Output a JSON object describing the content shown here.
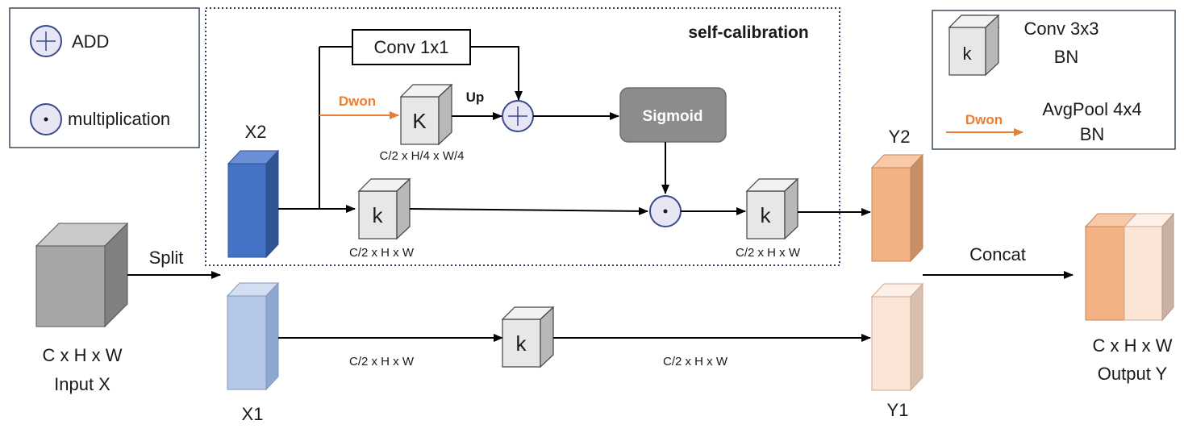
{
  "legend_left": {
    "add_label": "ADD",
    "mult_label": "multiplication"
  },
  "legend_right": {
    "conv_letter": "k",
    "conv_line1": "Conv 3x3",
    "conv_line2": "BN",
    "down_arrow_label": "Dwon",
    "pool_line1": "AvgPool 4x4",
    "pool_line2": "BN"
  },
  "self_calibration": {
    "title": "self-calibration",
    "conv1x1": "Conv 1x1",
    "down_label": "Dwon",
    "up_label": "Up",
    "sigmoid": "Sigmoid",
    "k_upper": "K",
    "k_mid1": "k",
    "k_mid2": "k",
    "dim_quarter": "C/2 x H/4 x W/4",
    "dim_k1": "C/2 x H x W",
    "dim_k2": "C/2 x H x W"
  },
  "main": {
    "input_dim": "C x H x W",
    "input_name": "Input X",
    "split": "Split",
    "x2": "X2",
    "x1": "X1",
    "y2": "Y2",
    "y1": "Y1",
    "concat": "Concat",
    "k_bottom": "k",
    "dim_bottom_left": "C/2 x H x W",
    "dim_bottom_right": "C/2 x H x W",
    "output_dim": "C x H x W",
    "output_name": "Output Y"
  },
  "colors": {
    "gray_cube": "#a6a6a6",
    "x2_blue": "#4472c4",
    "x1_light_blue": "#b4c7e7",
    "y2_orange": "#f4b183",
    "y1_peach": "#fbe5d6",
    "down_arrow": "#ed7d31",
    "sigmoid_gray": "#8c8c8c",
    "op_circle_fill": "#e6e6f5",
    "op_circle_stroke": "#3a4a8a"
  }
}
